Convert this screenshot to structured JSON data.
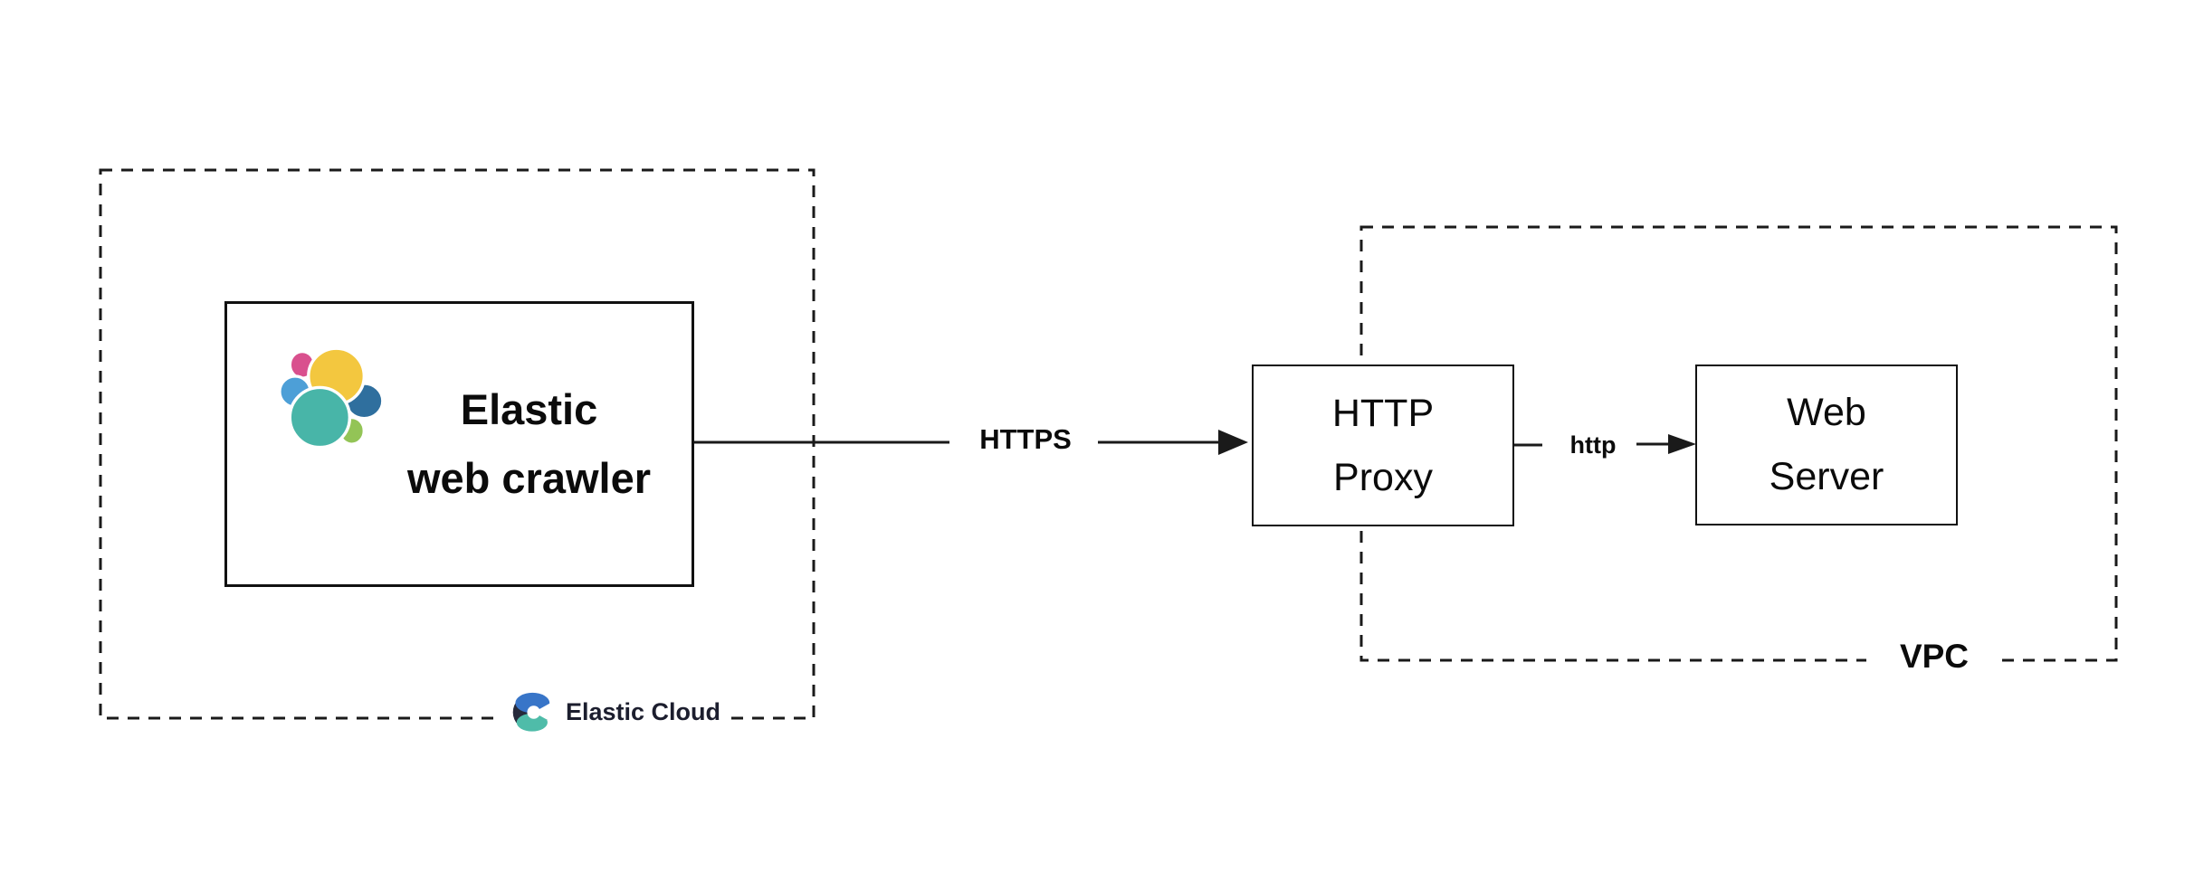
{
  "groups": {
    "elastic_cloud": {
      "label": "Elastic Cloud",
      "logo_colors": {
        "blue": "#3875C8",
        "navy": "#262A3B",
        "teal": "#4FBCA9"
      }
    },
    "vpc": {
      "label": "VPC"
    }
  },
  "nodes": {
    "crawler": {
      "line1": "Elastic",
      "line2": "web crawler",
      "logo_colors": {
        "yellow": "#F3C73F",
        "pink": "#D9508E",
        "light_blue": "#4D9FD7",
        "dark_blue": "#2F6F9E",
        "teal": "#48B5A8",
        "green": "#93C456"
      }
    },
    "http_proxy": {
      "line1": "HTTP",
      "line2": "Proxy"
    },
    "web_server": {
      "line1": "Web",
      "line2": "Server"
    }
  },
  "connections": {
    "https": {
      "label": "HTTPS"
    },
    "http": {
      "label": "http"
    }
  },
  "line_color": "#1a1a1a"
}
